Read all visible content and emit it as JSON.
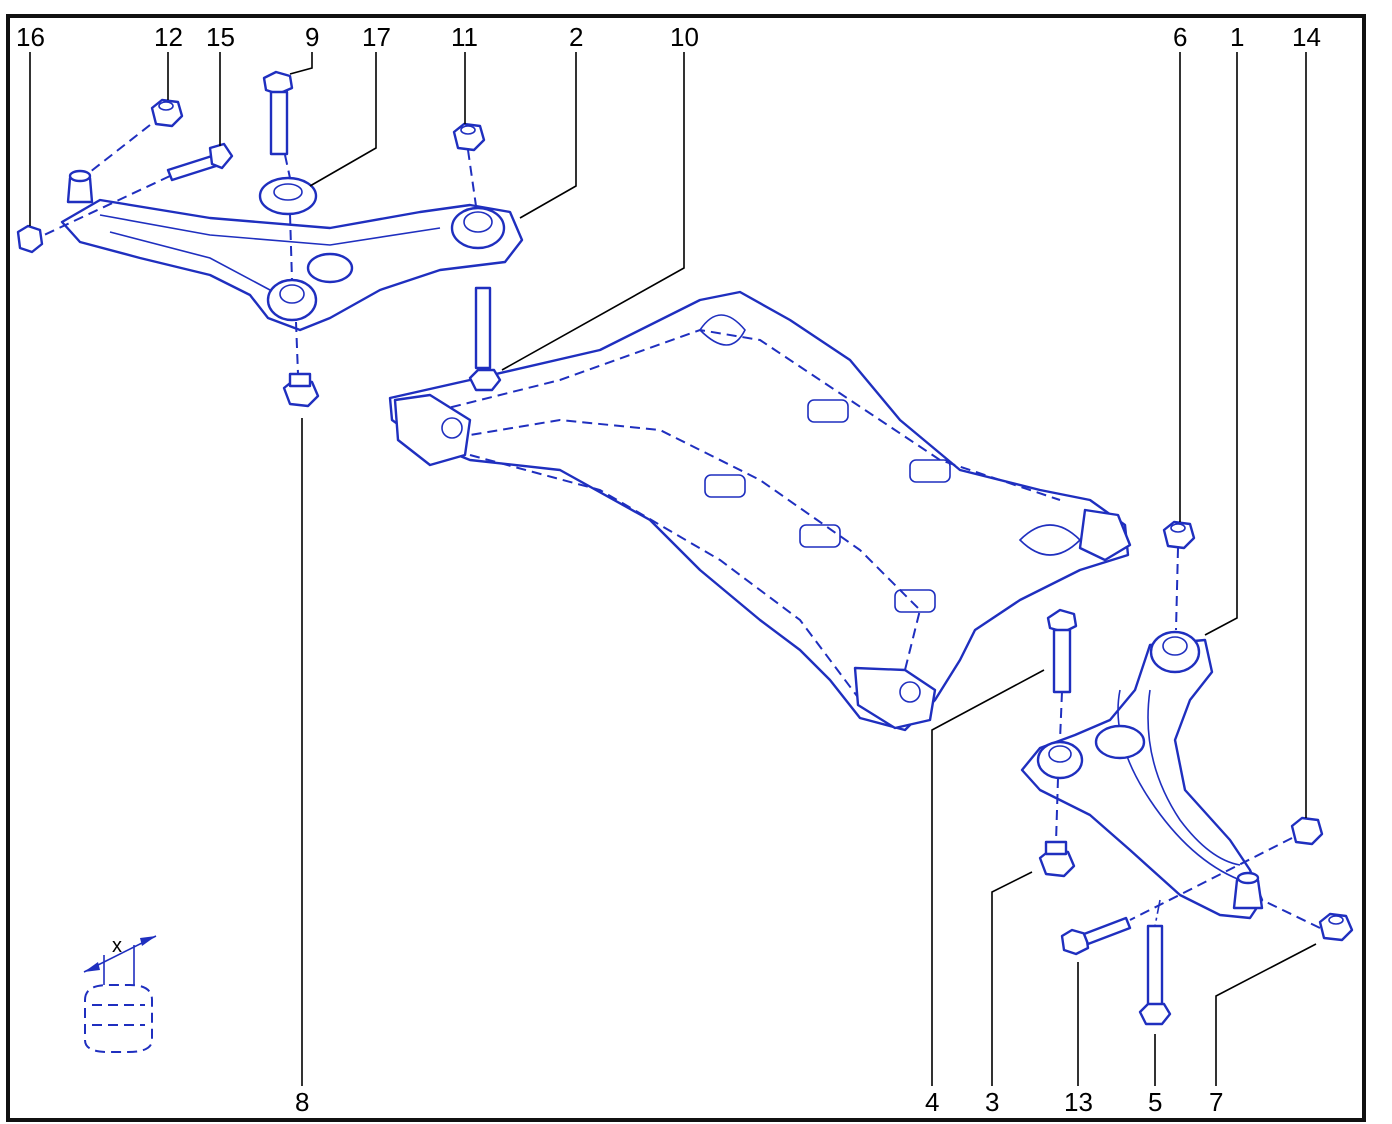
{
  "callouts": {
    "c16": "16",
    "c12": "12",
    "c15": "15",
    "c9": "9",
    "c17": "17",
    "c11": "11",
    "c2": "2",
    "c10": "10",
    "c6": "6",
    "c1": "1",
    "c14": "14",
    "c8": "8",
    "c4": "4",
    "c3": "3",
    "c13": "13",
    "c5": "5",
    "c7": "7"
  },
  "dimension_label": "x",
  "colors": {
    "line_art": "#1f2fbf",
    "text": "#000000",
    "frame": "#111111"
  }
}
